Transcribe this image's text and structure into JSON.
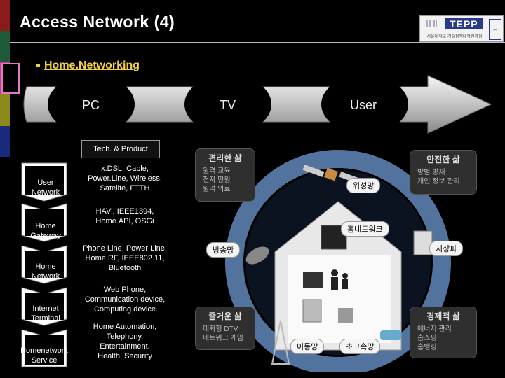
{
  "slide": {
    "title": "Access Network (4)",
    "bullet": "Home.Networking",
    "logo": {
      "name": "TEPP",
      "sub": "서울대학교 기술정책대학원과정"
    }
  },
  "arrow": {
    "labels": [
      "PC",
      "TV",
      "User"
    ]
  },
  "tech": {
    "header": "Tech. & Product",
    "stages": [
      {
        "name": "User\nNetwork",
        "desc": "x.DSL, Cable,\nPower.Line, Wireless,\nSatelite, FTTH"
      },
      {
        "name": "Home\nGateway",
        "desc": "HAVi, IEEE1394,\nHome.API, OSGi"
      },
      {
        "name": "Home\nNetwork",
        "desc": "Phone Line, Power Line,\nHome.RF, IEEE802.11,\nBluetooth"
      },
      {
        "name": "Internet\nTerminal",
        "desc": "Web Phone,\nCommunication device,\nComputing device"
      },
      {
        "name": "Homenetwork\nService",
        "desc": "Home Automation,\nTelephony,\nEntertainment,\nHealth, Security"
      }
    ]
  },
  "diagram": {
    "boxes": [
      {
        "head": "편리한 삶",
        "lines": [
          "원격 교육",
          "전자 민원",
          "원격 의료"
        ]
      },
      {
        "head": "안전한 삶",
        "lines": [
          "방범 방재",
          "개인 정보 관리"
        ]
      },
      {
        "head": "즐거운 삶",
        "lines": [
          "대화형 DTV",
          "네트워크 게임"
        ]
      },
      {
        "head": "경제적 삶",
        "lines": [
          "에너지 관리",
          "홈쇼핑",
          "홈뱅킹"
        ]
      }
    ],
    "pills": {
      "satellite": "위성망",
      "homenet": "홈네트워크",
      "broadcast": "방송망",
      "terrestrial": "지상파",
      "mobile": "이동망",
      "broadband": "초고속망"
    }
  }
}
